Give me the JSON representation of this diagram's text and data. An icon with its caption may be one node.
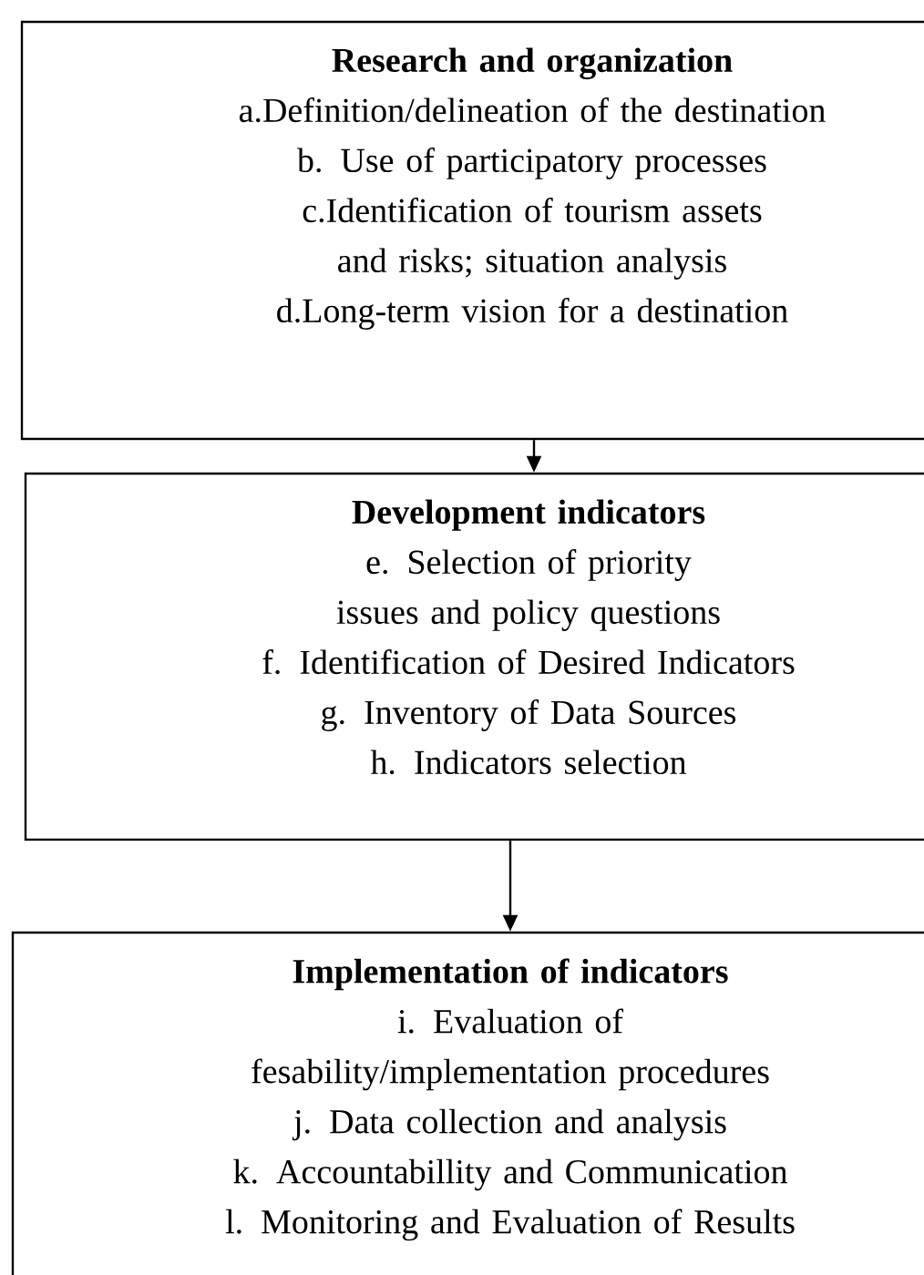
{
  "diagram": {
    "nodes": [
      {
        "text": [
          "Research and organization",
          "a.Definition/delineation of the destination",
          "b. Use of participatory processes",
          "c.Identification of tourism assets and risks; situation analysis",
          "d.Long-term vision for a destination"
        ]
      },
      {
        "text": [
          "Development indicators",
          "e. Selection of priority issues and policy questions",
          "f. Identification of Desired Indicators",
          "g. Inventory of Data Sources",
          "h. Indicators selection"
        ]
      },
      {
        "text": [
          "Implementation of indicators",
          "i. Evaluation of fesability/implementation procedures",
          "j. Data collection and analysis",
          "k. Accountabillity and Communication",
          "l. Monitoring and Evaluation of Results"
        ]
      }
    ],
    "edges": [
      {
        "from": 0,
        "to": 1,
        "arrow": "to"
      },
      {
        "from": 1,
        "to": 2,
        "arrow": "to"
      }
    ]
  }
}
